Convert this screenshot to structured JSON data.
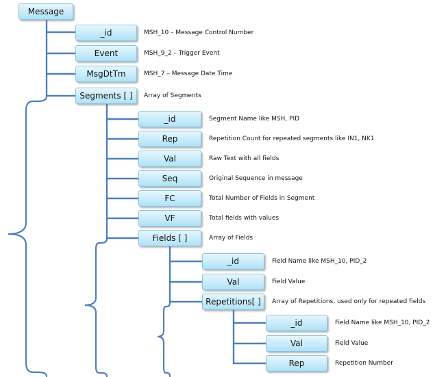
{
  "nodes": {
    "message": "Message",
    "msg_id": "_id",
    "event": "Event",
    "msgdttm": "MsgDtTm",
    "segments": "Segments [ ]",
    "seg_id": "_id",
    "rep": "Rep",
    "val": "Val",
    "seq": "Seq",
    "fc": "FC",
    "vf": "VF",
    "fields": "Fields [ ]",
    "field_id": "_id",
    "field_val": "Val",
    "repetitions": "Repetitions[ ]",
    "rep_id": "_id",
    "rep_val": "Val",
    "rep_rep": "Rep"
  },
  "descriptions": {
    "msg_id": "MSH_10 – Message Control Number",
    "event": "MSH_9_2 – Trigger Event",
    "msgdttm": "MSH_7 – Message Date Time",
    "segments": "Array of Segments",
    "seg_id": "Segment Name like MSH, PID",
    "rep": "Repetition Count for repeated segments like IN1, NK1",
    "val": "Raw Text with all fields",
    "seq": "Original Sequence in message",
    "fc": "Total Number of Fields in Segment",
    "vf": "Total fields with values",
    "fields": "Array of Fields",
    "field_id": "Field Name like MSH_10, PID_2",
    "field_val": "Field Value",
    "repetitions": "Array of Repetitions, used only for repeated fields",
    "rep_id": "Field Name like MSH_10, PID_2",
    "rep_val": "Field Value",
    "rep_rep": "Repetition Number"
  },
  "colors": {
    "connector": "#4f80b8",
    "node_fill_top": "#e6f6fd",
    "node_fill_bottom": "#aee2f7",
    "node_border": "#8cc3df"
  }
}
